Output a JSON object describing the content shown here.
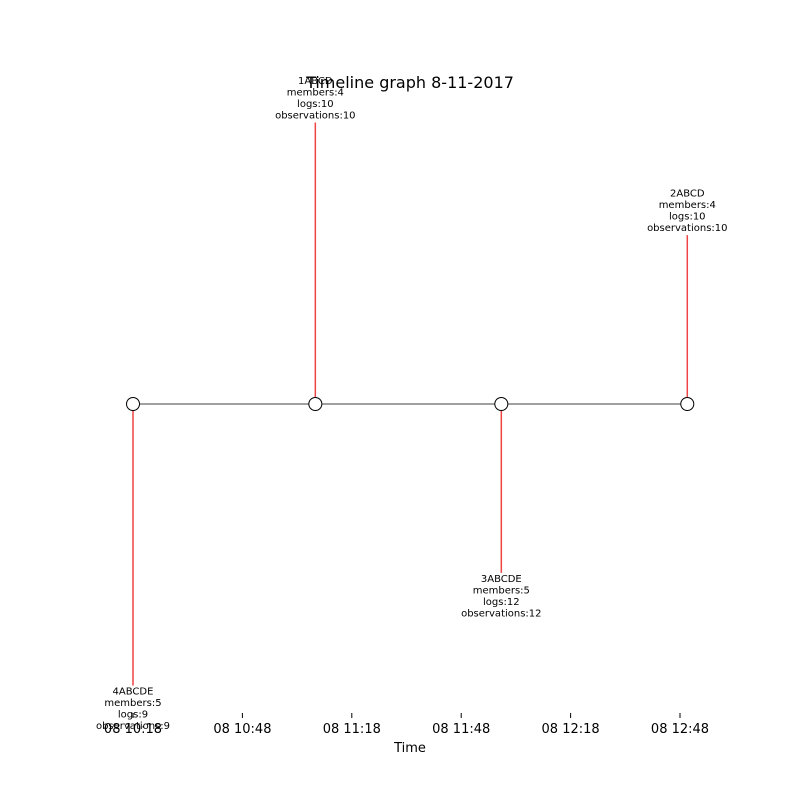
{
  "chart_data": {
    "type": "timeline",
    "title": "Timeline graph 8-11-2017",
    "xlabel": "Time",
    "x_ticks": [
      "08 10:18",
      "08 10:48",
      "08 11:18",
      "08 11:48",
      "08 12:18",
      "08 12:48"
    ],
    "events": [
      {
        "time": "08 10:18",
        "y": -5,
        "lines": [
          "4ABCDE",
          "members:5",
          "logs:9",
          "observations:9"
        ]
      },
      {
        "time": "08 11:08",
        "y": 5,
        "lines": [
          "1ABCD",
          "members:4",
          "logs:10",
          "observations:10"
        ]
      },
      {
        "time": "08 11:59",
        "y": -3,
        "lines": [
          "3ABCDE",
          "members:5",
          "logs:12",
          "observations:12"
        ]
      },
      {
        "time": "08 12:50",
        "y": 3,
        "lines": [
          "2ABCD",
          "members:4",
          "logs:10",
          "observations:10"
        ]
      }
    ],
    "colors": {
      "stem": "#ee4444",
      "baseline": "#808080",
      "marker_fill": "#ffffff",
      "marker_edge": "#000000"
    }
  }
}
